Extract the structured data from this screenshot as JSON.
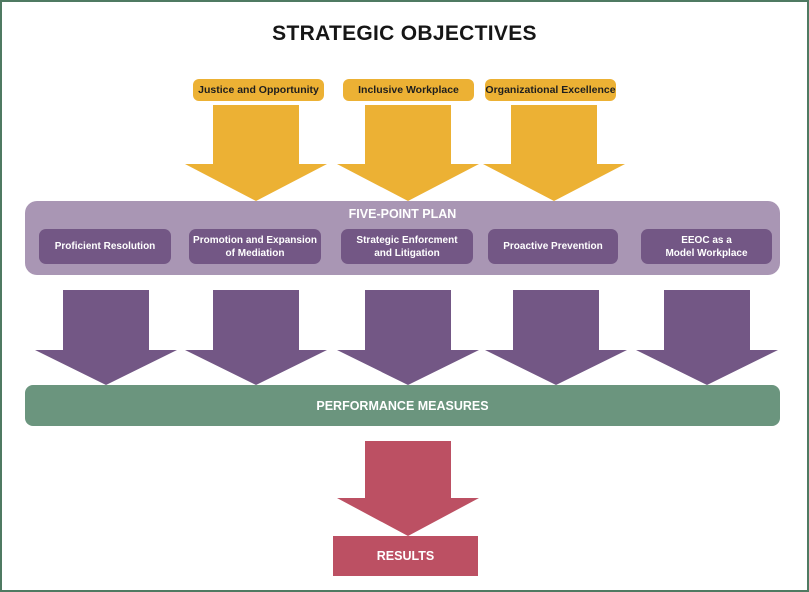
{
  "diagram": {
    "title": "STRATEGIC OBJECTIVES",
    "objectives": [
      {
        "label": "Justice and Opportunity"
      },
      {
        "label": "Inclusive Workplace"
      },
      {
        "label": "Organizational Excellence"
      }
    ],
    "plan": {
      "title": "FIVE-POINT PLAN",
      "items": [
        {
          "label": "Proficient Resolution"
        },
        {
          "label": "Promotion and Expansion\nof Mediation"
        },
        {
          "label": "Strategic Enforcment\nand Litigation"
        },
        {
          "label": "Proactive Prevention"
        },
        {
          "label": "EEOC as a\nModel Workplace"
        }
      ]
    },
    "measures": "PERFORMANCE MEASURES",
    "results": "RESULTS"
  },
  "colors": {
    "objective": "#ECB134",
    "plan_panel": "#A996B4",
    "plan_item": "#735785",
    "measures": "#6B957E",
    "results": "#BC5063",
    "frame": "#4F7A62"
  }
}
